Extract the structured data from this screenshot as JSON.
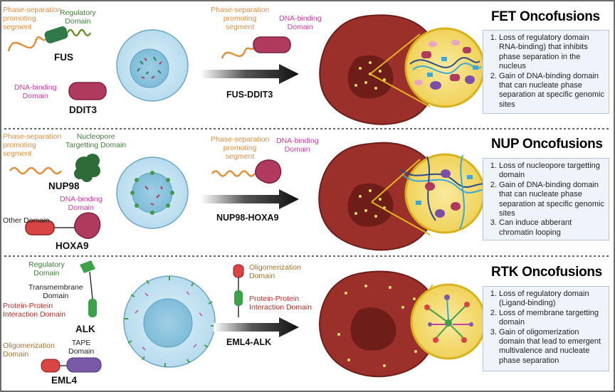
{
  "panels": [
    {
      "title": "FET Oncofusions",
      "fusion_name": "FUS-DDIT3",
      "gene_a": "FUS",
      "gene_b": "DDIT3",
      "labels": {
        "a_segment": "Phase-separation\npromoting\nsegment",
        "a_domain": "Regulatory\nDomain",
        "b_domain": "DNA-binding\nDomain",
        "f_segment": "Phase-separation\npromoting\nsegment",
        "f_domain": "DNA-binding\nDomain"
      },
      "points": [
        "Loss of regulatory domain RNA-binding) that inhibits phase separation in the nucleus",
        "Gain of DNA-binding domain that can nucleate phase separation at specific genomic sites"
      ]
    },
    {
      "title": "NUP Oncofusions",
      "fusion_name": "NUP98-HOXA9",
      "gene_a": "NUP98",
      "gene_b": "HOXA9",
      "labels": {
        "a_segment": "Phase-separation\npromoting\nsegment",
        "a_domain": "Nucleopore\nTargetting Domain",
        "b_domain": "DNA-binding\nDomain",
        "b_other": "Other Domain",
        "f_segment": "Phase-separation\npromoting\nsegment",
        "f_domain": "DNA-binding\nDomain"
      },
      "points": [
        "Loss of nucleopore targetting domain",
        "Gain of DNA-binding domain that can nucleate phase separation at specific genomic sites",
        "Can induce abberant chromatin looping"
      ]
    },
    {
      "title": "RTK Oncofusions",
      "fusion_name": "EML4-ALK",
      "gene_a": "ALK",
      "gene_b": "EML4",
      "labels": {
        "a_regulatory": "Regulatory\nDomain",
        "a_transmembrane": "Transmembrane\nDomain",
        "a_ppi": "Protein-Protein\nInteraction Domain",
        "b_oligo": "Oligomerization\nDomain",
        "b_tape": "TAPE\nDomain",
        "f_oligo": "Oligomerization\nDomain",
        "f_ppi": "Protein-Protein\nInteraction Domain"
      },
      "points": [
        "Loss of regulatory domain (Ligand-binding)",
        "Loss of membrane targetting domain",
        "Gain of oligomerization domain that lead to emergent multivalence and nucleate phase separation"
      ]
    }
  ],
  "colors": {
    "border": "#3a3a3a",
    "orange": "#e0903a",
    "green": "#3f7d3a",
    "magenta": "#b03a5e",
    "cell_blue": "#bfe0f0",
    "cancer_red": "#9b2f2a",
    "droplet_yellow": "#f6dc6a"
  }
}
